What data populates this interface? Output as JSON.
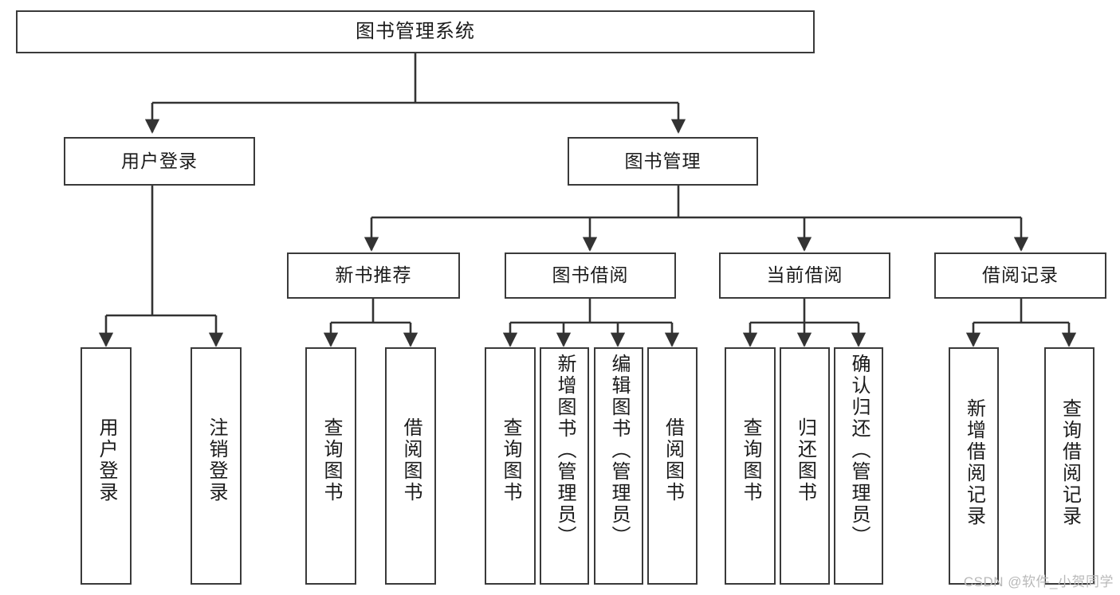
{
  "diagram": {
    "title": "图书管理系统",
    "type": "tree",
    "watermark": "CSDN @软件_小贺同学",
    "colors": {
      "box_border": "#3a3a3a",
      "box_fill": "#ffffff",
      "connector": "#333333",
      "text": "#1b1b1b",
      "watermark": "#b9b9b9"
    },
    "root": {
      "id": "root",
      "label": "图书管理系统"
    },
    "level1": [
      {
        "id": "user-login",
        "label": "用户登录"
      },
      {
        "id": "book-manage",
        "label": "图书管理"
      }
    ],
    "level2": [
      {
        "id": "new-book-recommend",
        "label": "新书推荐",
        "parent": "book-manage"
      },
      {
        "id": "book-borrow",
        "label": "图书借阅",
        "parent": "book-manage"
      },
      {
        "id": "current-borrow",
        "label": "当前借阅",
        "parent": "book-manage"
      },
      {
        "id": "borrow-record",
        "label": "借阅记录",
        "parent": "book-manage"
      }
    ],
    "leaves": [
      {
        "id": "leaf-user-login",
        "label": "用户登录",
        "parent": "user-login"
      },
      {
        "id": "leaf-user-logout",
        "label": "注销登录",
        "parent": "user-login"
      },
      {
        "id": "leaf-query-book-1",
        "label": "查询图书",
        "parent": "new-book-recommend"
      },
      {
        "id": "leaf-borrow-book-1",
        "label": "借阅图书",
        "parent": "new-book-recommend"
      },
      {
        "id": "leaf-query-book-2",
        "label": "查询图书",
        "parent": "book-borrow"
      },
      {
        "id": "leaf-add-book",
        "label": "新增图书（管理员）",
        "parent": "book-borrow"
      },
      {
        "id": "leaf-edit-book",
        "label": "编辑图书（管理员）",
        "parent": "book-borrow"
      },
      {
        "id": "leaf-borrow-book-2",
        "label": "借阅图书",
        "parent": "book-borrow"
      },
      {
        "id": "leaf-query-book-3",
        "label": "查询图书",
        "parent": "current-borrow"
      },
      {
        "id": "leaf-return-book",
        "label": "归还图书",
        "parent": "current-borrow"
      },
      {
        "id": "leaf-confirm-return",
        "label": "确认归还（管理员）",
        "parent": "current-borrow"
      },
      {
        "id": "leaf-add-record",
        "label": "新增借阅记录",
        "parent": "borrow-record"
      },
      {
        "id": "leaf-query-record",
        "label": "查询借阅记录",
        "parent": "borrow-record"
      }
    ]
  }
}
